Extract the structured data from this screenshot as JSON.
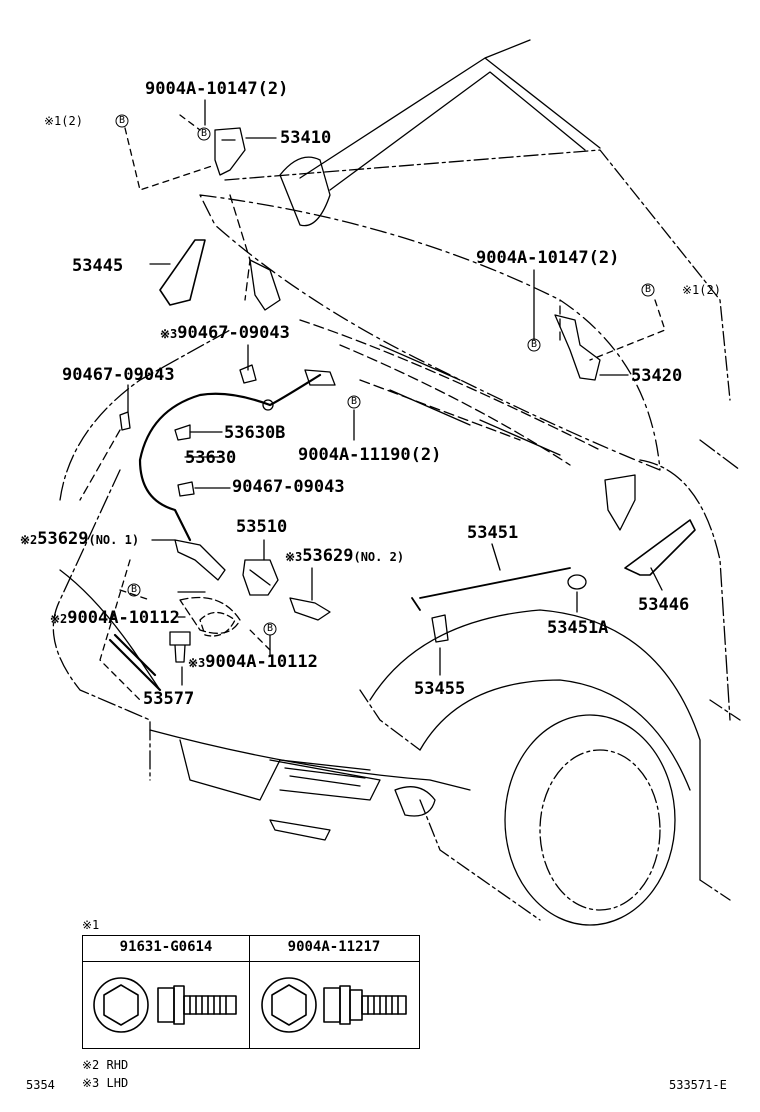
{
  "parts": {
    "p1": {
      "num": "9004A-10147",
      "qty": "(2)"
    },
    "p2": {
      "num": "53410"
    },
    "p3": {
      "num": "53445"
    },
    "p4": {
      "num": "9004A-10147",
      "qty": "(2)"
    },
    "p5": {
      "num": "53420"
    },
    "p6": {
      "num": "90467-09043"
    },
    "p7": {
      "num": "90467-09043"
    },
    "p8": {
      "num": "53630B"
    },
    "p9": {
      "num": "53630"
    },
    "p10": {
      "num": "9004A-11190",
      "qty": "(2)"
    },
    "p11": {
      "num": "90467-09043"
    },
    "p12": {
      "num": "53629",
      "sub": "(NO. 1)"
    },
    "p13": {
      "num": "53510"
    },
    "p14": {
      "num": "53629",
      "sub": "(NO. 2)"
    },
    "p15": {
      "num": "53451"
    },
    "p16": {
      "num": "9004A-10112"
    },
    "p17": {
      "num": "9004A-10112"
    },
    "p18": {
      "num": "53577"
    },
    "p19": {
      "num": "53455"
    },
    "p20": {
      "num": "53451A"
    },
    "p21": {
      "num": "53446"
    }
  },
  "marks": {
    "m1": "※1",
    "m1_qty": "(2)",
    "m2": "※3",
    "m3": "※2",
    "m4": "※3",
    "m5": "※2",
    "m6": "※3",
    "m7": "※1",
    "m7_qty": "(2)"
  },
  "bolt_symbol": "B",
  "legend": {
    "mark": "※1",
    "col1": "91631-G0614",
    "col2": "9004A-11217"
  },
  "notes": {
    "rhd_mark": "※2",
    "rhd": "RHD",
    "lhd_mark": "※3",
    "lhd": "LHD"
  },
  "footer": {
    "page_code": "5354",
    "figure_code": "533571-E"
  }
}
